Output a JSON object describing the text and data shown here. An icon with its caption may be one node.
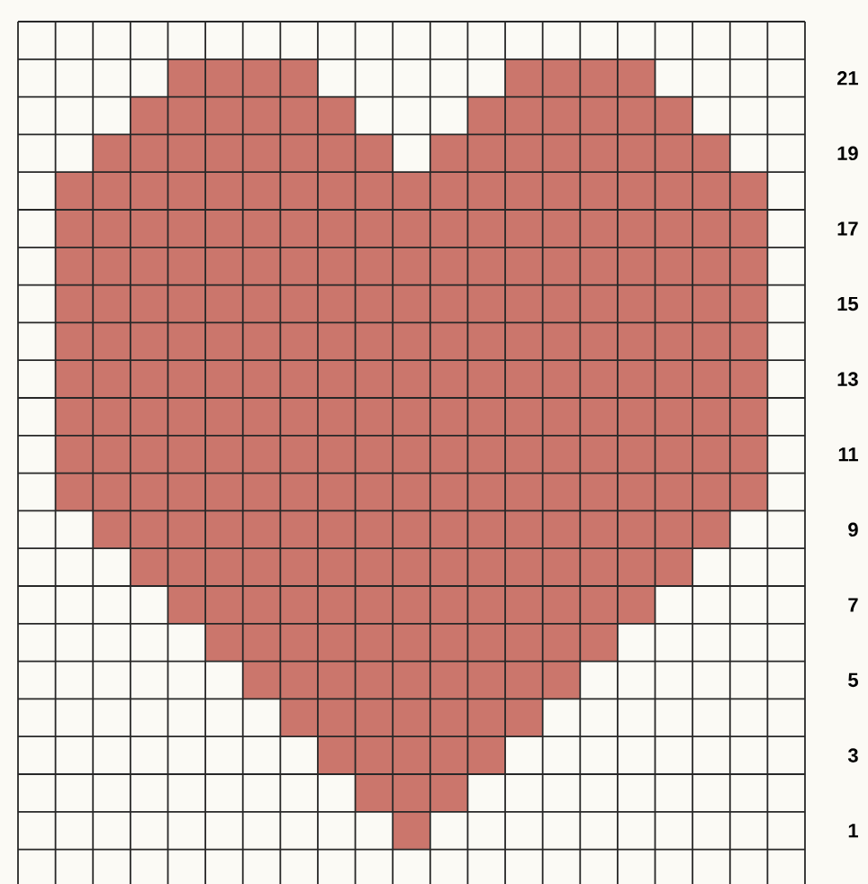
{
  "diagram": {
    "labels": [
      "21",
      "19",
      "17",
      "15",
      "13",
      "11",
      "9",
      "7",
      "5",
      "3",
      "1"
    ]
  }
}
